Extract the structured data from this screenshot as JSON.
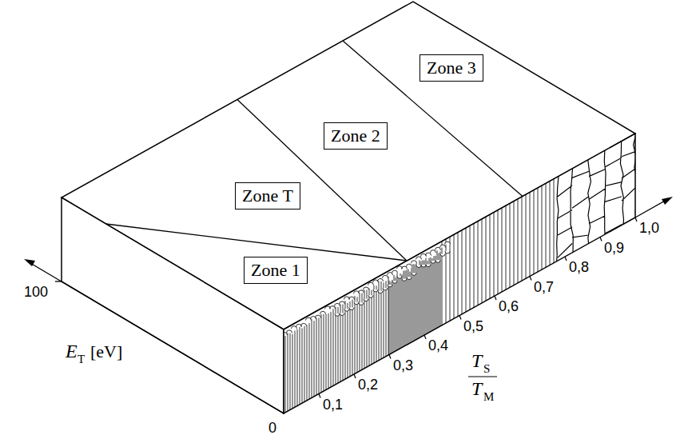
{
  "diagram": {
    "nodes": [
      {
        "text": [
          "Zone 1"
        ]
      },
      {
        "text": [
          "Zone T"
        ]
      },
      {
        "text": [
          "Zone 2"
        ]
      },
      {
        "text": [
          "Zone 3"
        ]
      }
    ],
    "labels": [
      "100",
      "E",
      "T",
      "[eV]",
      "0",
      "0,1",
      "0,2",
      "0,3",
      "0,4",
      "0,5",
      "0,6",
      "0,7",
      "0,8",
      "0,9",
      "1,0",
      "T",
      "S",
      "T",
      "M"
    ]
  }
}
